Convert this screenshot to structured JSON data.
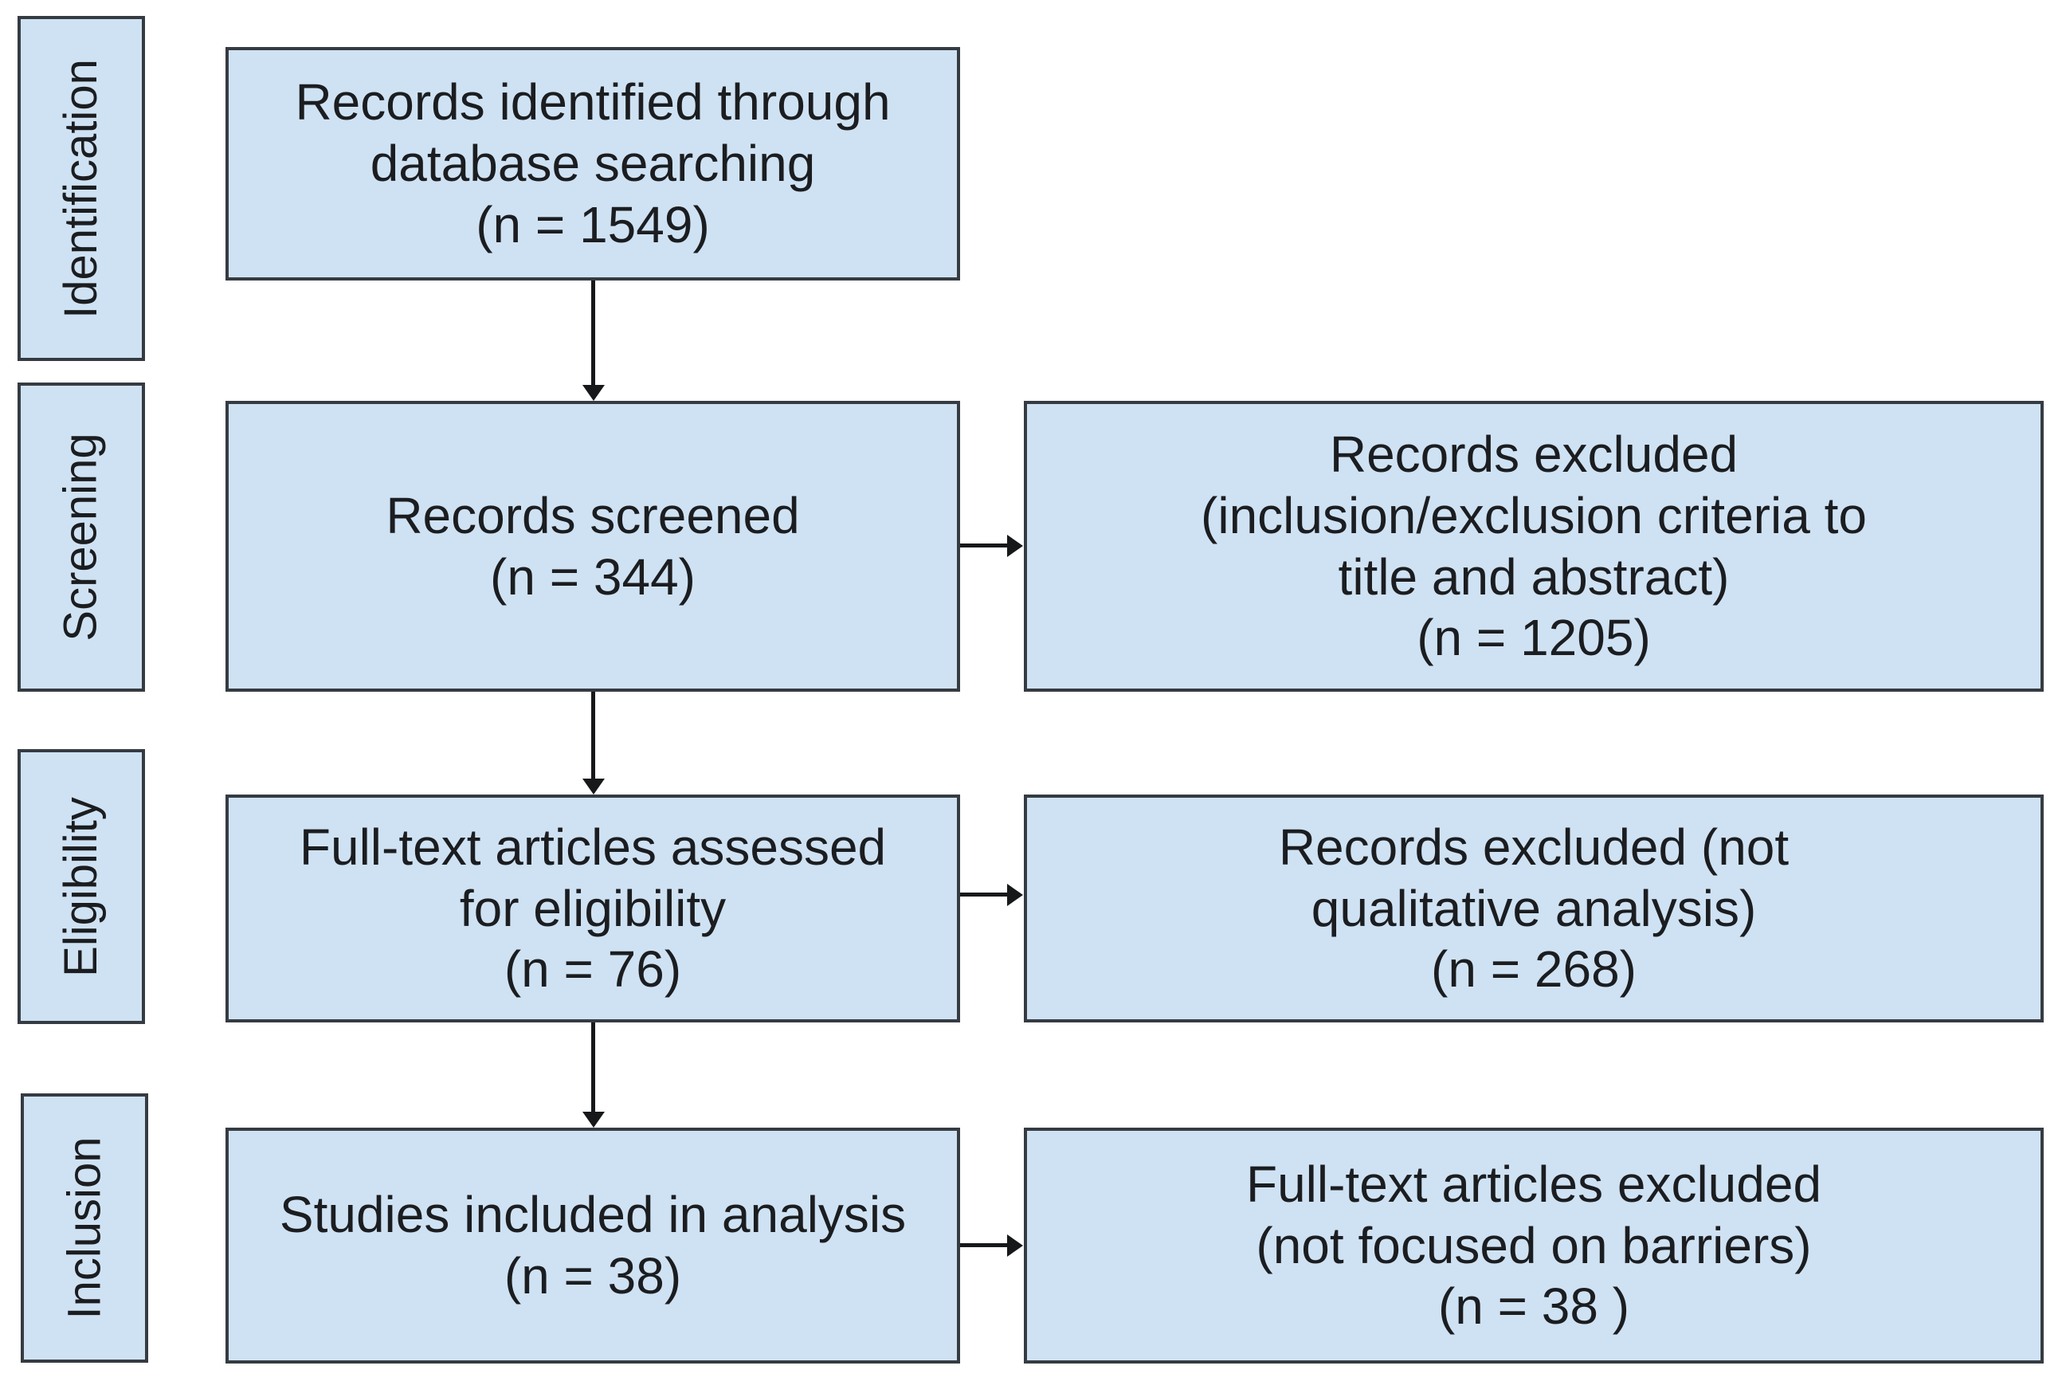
{
  "colors": {
    "background": "#ffffff",
    "box_fill": "#cfe2f3",
    "box_border": "#363b42",
    "arrow": "#17181a",
    "text": "#1b1d20"
  },
  "stages": [
    {
      "label": "Identification"
    },
    {
      "label": "Screening"
    },
    {
      "label": "Eligibility"
    },
    {
      "label": "Inclusion"
    }
  ],
  "main_flow": [
    {
      "text": "Records identified through\ndatabase searching\n(n = 1549)"
    },
    {
      "text": "Records screened\n(n = 344)"
    },
    {
      "text": "Full-text articles assessed\nfor eligibility\n(n = 76)"
    },
    {
      "text": "Studies included in analysis\n(n = 38)"
    }
  ],
  "exclusion_boxes": [
    {
      "text": "Records excluded\n(inclusion/exclusion criteria to\ntitle and abstract)\n(n = 1205)"
    },
    {
      "text": "Records excluded (not\nqualitative analysis)\n(n = 268)"
    },
    {
      "text": "Full-text articles excluded\n(not focused on barriers)\n(n = 38 )"
    }
  ]
}
